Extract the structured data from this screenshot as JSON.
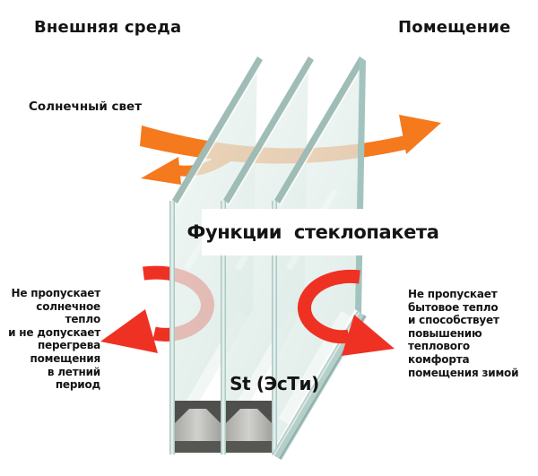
{
  "labels": {
    "outside": "Внешняя среда",
    "inside": "Помещение",
    "sunlight": "Солнечный свет",
    "title": "Функции  стеклопакета",
    "glass_type": "St (ЭсТи)",
    "left_note_lines": [
      "Не пропускает",
      "солнечное тепло",
      "и не допускает",
      "перегрева",
      "помещения",
      "в летний период"
    ],
    "right_note_lines": [
      "Не пропускает",
      "бытовое тепло",
      "и способствует",
      "повышению",
      "теплового комфорта",
      "помещения зимой"
    ]
  },
  "icons": [
    "sunlight-arrow",
    "reflected-sunlight-arrow",
    "solar-heat-reflection-arrow",
    "indoor-heat-reflection-arrow"
  ],
  "colors": {
    "sun_arrow": "#f5791d",
    "heat_arrow": "#ee3123",
    "glass_face": "#e3efeb",
    "glass_edge": "#9cb8b3",
    "spacer_body": "#bcbcb8",
    "spacer_dark": "#4f4f4d",
    "text": "#141414",
    "background": "#ffffff"
  }
}
